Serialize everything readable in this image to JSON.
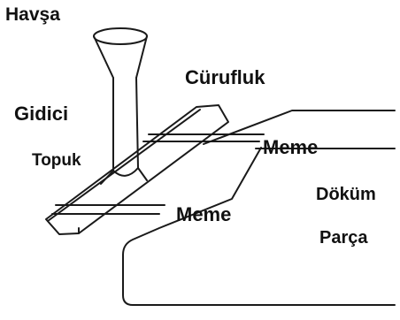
{
  "labels": {
    "havsa": "Havşa",
    "curufluk": "Cürufluk",
    "gidici": "Gidici",
    "topuk": "Topuk",
    "meme_upper": "Meme",
    "meme_lower": "Meme",
    "dokum": "Döküm",
    "parca": "Parça"
  },
  "colors": {
    "line": "#1a1a1a",
    "text": "#111111",
    "background": "#ffffff"
  }
}
